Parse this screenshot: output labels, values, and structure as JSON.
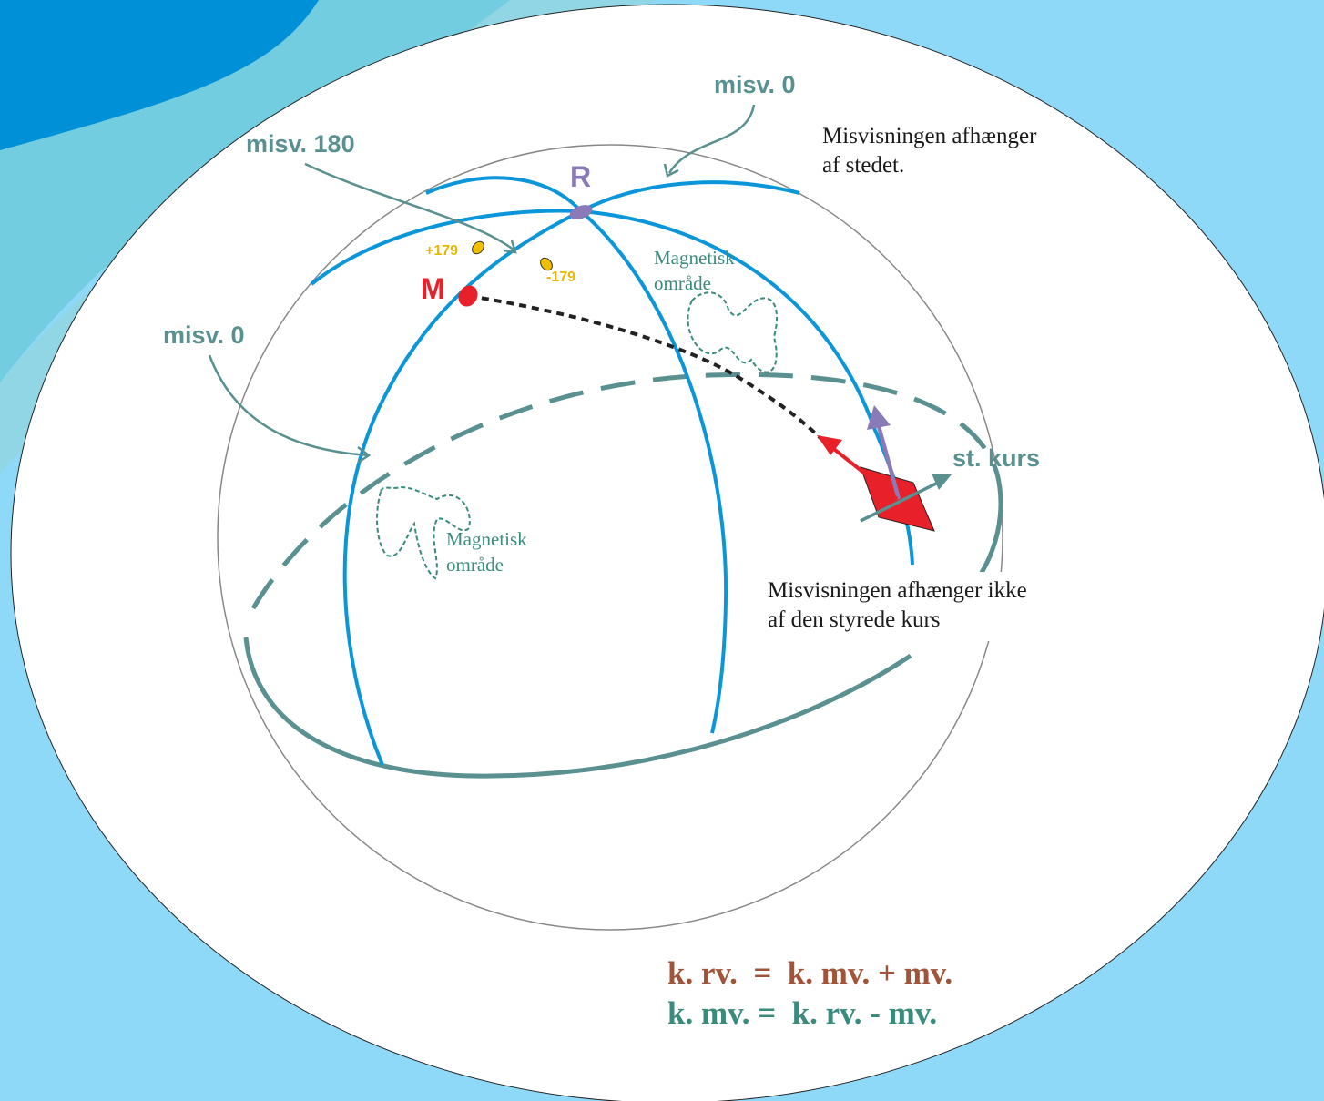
{
  "labels": {
    "misv0_top": "misv. 0",
    "misv180": "misv. 180",
    "misv0_left": "misv. 0",
    "pole_R": "R",
    "pole_M": "M",
    "plus179": "+179",
    "minus179": "-179",
    "magnetic_area_1": "Magnetisk",
    "magnetic_area_1b": "område",
    "magnetic_area_2": "Magnetisk",
    "magnetic_area_2b": "område",
    "st_kurs": "st. kurs"
  },
  "notes": {
    "place_line1": "Misvisningen afhænger",
    "place_line2": "af stedet.",
    "course_line1": "Misvisningen afhænger ikke",
    "course_line2": "af den styrede kurs"
  },
  "equations": {
    "line1": "k. rv.  =  k. mv. + mv.",
    "line2": "k. mv. =  k. rv. - mv."
  },
  "colors": {
    "background": "#8ed8f8",
    "meridian": "#0a96d8",
    "teal": "#5a9090",
    "red": "#e8202a",
    "purple": "#8a7ab8",
    "yellow": "#f0c000",
    "eq1": "#a0553a",
    "eq2": "#3a8a7e"
  }
}
